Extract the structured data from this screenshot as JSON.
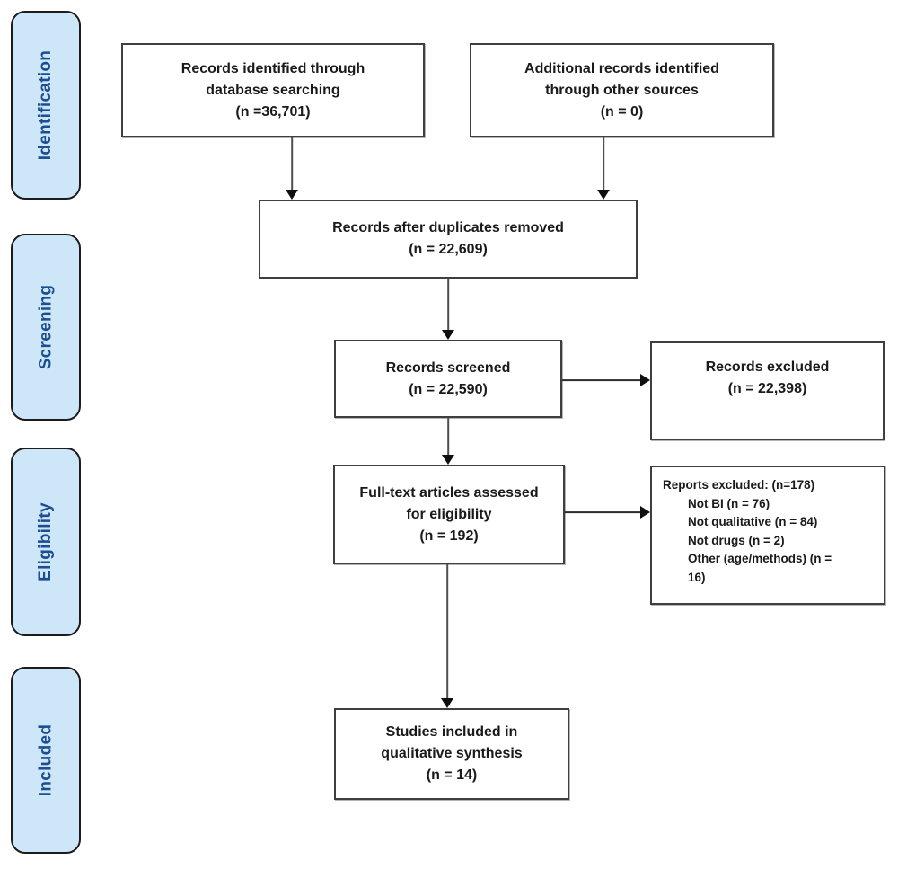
{
  "diagram": {
    "title": "PRISMA flow diagram",
    "colors": {
      "band_fill": "#cde7f8",
      "band_text": "#1d4e91",
      "band_border": "#1c1c1c",
      "box_border": "#3f3f3f",
      "box_text": "#1a1a1a",
      "arrow": "#0f0f0f",
      "background": "#ffffff"
    },
    "stages": [
      {
        "label": "Identification"
      },
      {
        "label": "Screening"
      },
      {
        "label": "Eligibility"
      },
      {
        "label": "Included"
      }
    ],
    "boxes": {
      "identified_db": {
        "text": "Records identified through\ndatabase searching\n(n =36,701)"
      },
      "identified_other": {
        "text": "Additional records identified\nthrough other sources\n(n = 0)"
      },
      "after_duplicates": {
        "text": "Records after duplicates removed\n(n = 22,609)"
      },
      "screened": {
        "text": "Records screened\n(n = 22,590)"
      },
      "records_excluded": {
        "text": "Records excluded\n(n = 22,398)"
      },
      "fulltext_assessed": {
        "text": "Full-text articles assessed\nfor eligibility\n(n = 192)"
      },
      "reports_excluded": {
        "title": "Reports excluded: (n=178)",
        "items": [
          "Not BI (n = 76)",
          "Not qualitative (n = 84)",
          "Not drugs (n = 2)",
          "Other (age/methods) (n =\n16)"
        ]
      },
      "included_qualitative": {
        "text": "Studies included in\nqualitative synthesis\n(n = 14)"
      }
    }
  }
}
